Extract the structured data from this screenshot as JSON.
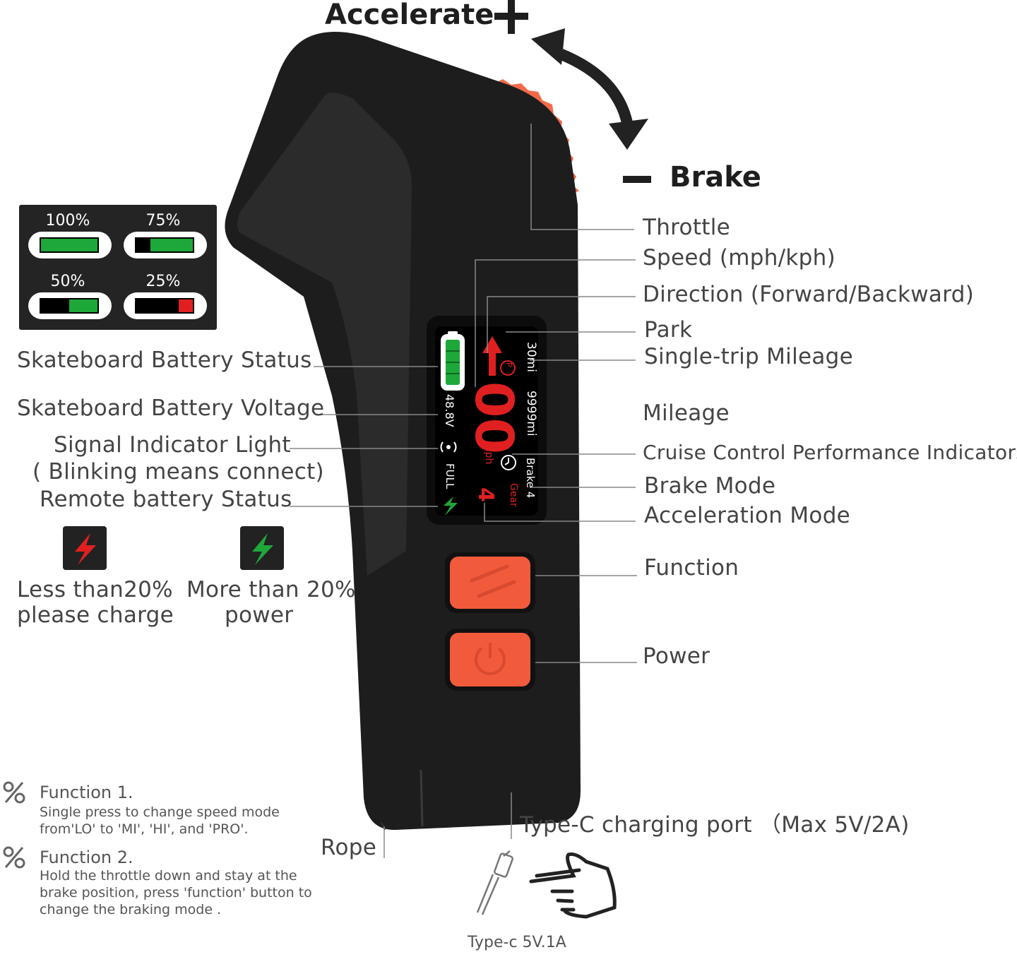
{
  "top": {
    "accelerate": "Accelerate",
    "brake": "Brake"
  },
  "battery_levels": [
    "100%",
    "75%",
    "50%",
    "25%"
  ],
  "right_labels": {
    "throttle": "Throttle",
    "speed": "Speed  (mph/kph)",
    "direction": "Direction (Forward/Backward)",
    "park": "Park",
    "trip": "Single-trip Mileage",
    "mileage": "Mileage",
    "cruise": "Cruise Control Performance Indicators",
    "brake_mode": "Brake Mode",
    "accel_mode": "Acceleration Mode",
    "function": "Function",
    "power": "Power"
  },
  "left_labels": {
    "battery_status": "Skateboard Battery Status",
    "battery_voltage": "Skateboard Battery Voltage",
    "signal_1": "Signal Indicator Light",
    "signal_2": "( Blinking means connect)",
    "remote_battery": "Remote battery Status",
    "low_1": "Less than20%",
    "low_2": "please charge",
    "high_1": "More than 20%",
    "high_2": "power"
  },
  "screen": {
    "trip": "30mi",
    "mileage": "9999mi",
    "speed": "00",
    "unit": "mph",
    "brake": "Brake 4",
    "gear_label": "Gear",
    "gear_value": "4",
    "voltage": "48.8V",
    "remote": "FULL",
    "park": "P"
  },
  "bottom": {
    "port": "Type-C charging port （Max 5V/2A)",
    "rope": "Rope",
    "cable": "Type-c  5V.1A",
    "f1_title": "Function 1.",
    "f1_text": "Single press to change speed mode from'LO' to 'MI', 'HI',  and 'PRO'.",
    "f2_title": "Function 2.",
    "f2_text": "Hold the throttle down and stay at the brake position, press 'function' button to change the braking mode ."
  },
  "colors": {
    "body": "#1c1c1c",
    "accent": "#f25a3c",
    "green": "#1ea83a",
    "red": "#e02020"
  }
}
